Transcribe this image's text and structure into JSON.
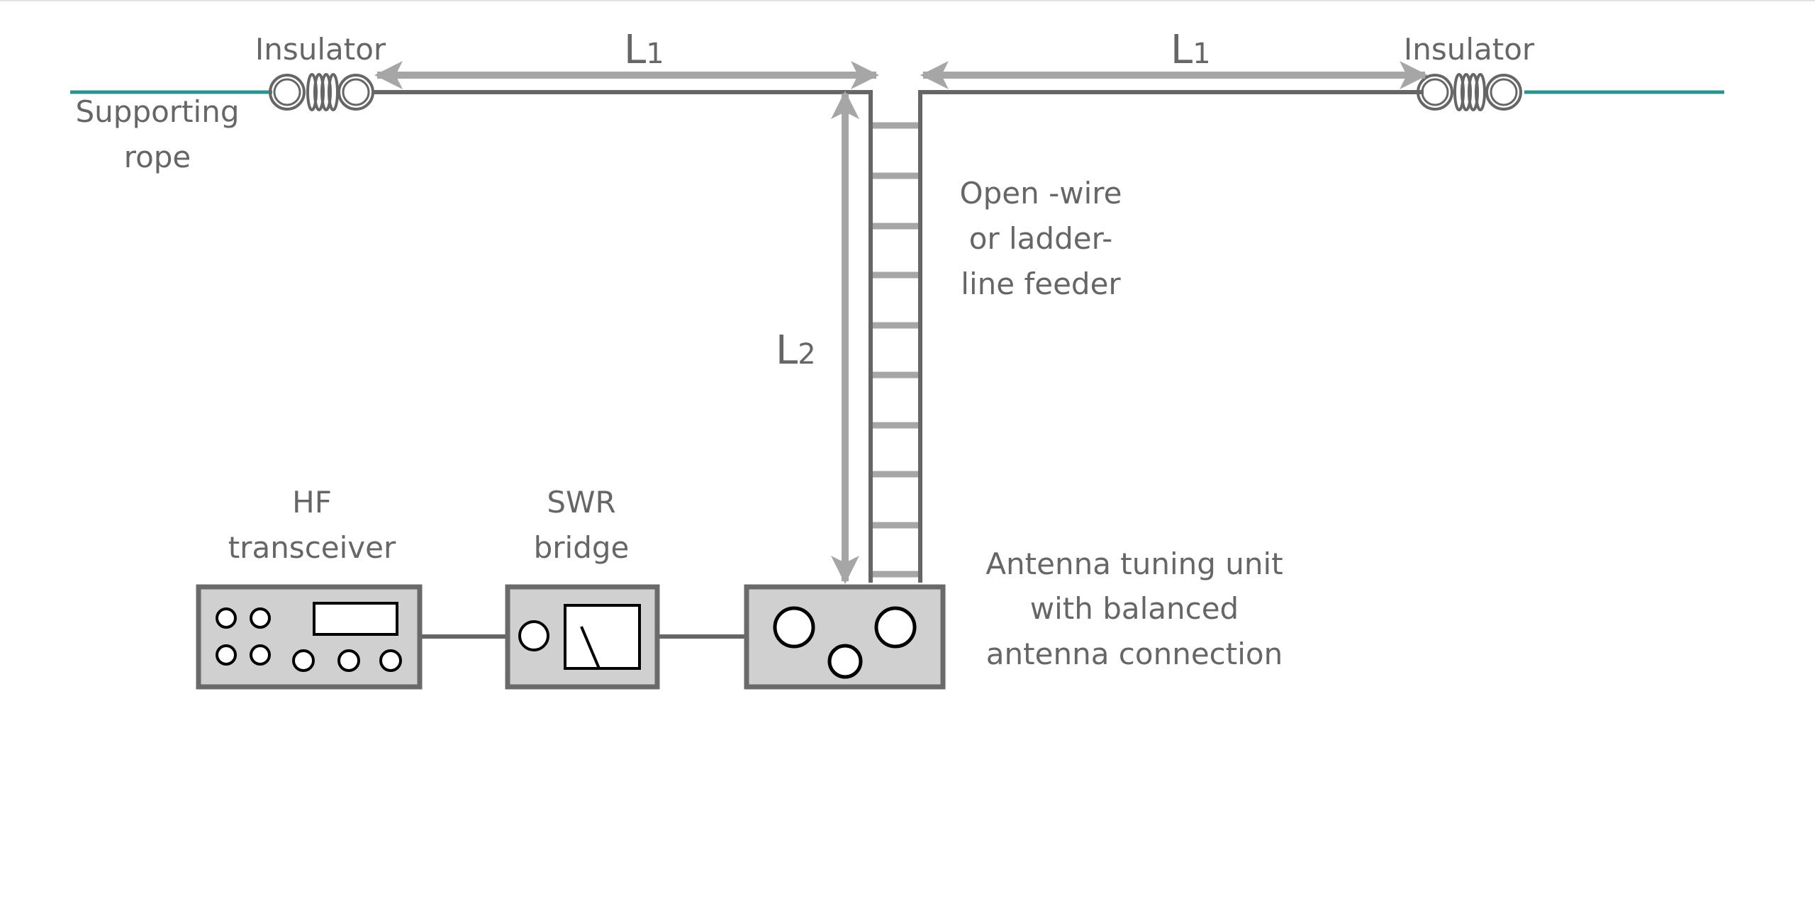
{
  "diagram": {
    "title": "Doublet antenna fed with open-wire feeder via antenna tuning unit",
    "colors": {
      "wire": "#666666",
      "dimension_arrow": "#a6a6a6",
      "rope": "#2a9490",
      "box_fill": "#d0d0d0",
      "box_stroke": "#6a6a6a",
      "knob_stroke": "#000000",
      "text": "#666666"
    },
    "labels": {
      "insulator_left": "Insulator",
      "insulator_right": "Insulator",
      "supporting_rope": [
        "Supporting",
        "rope"
      ],
      "l1_left": {
        "main": "L",
        "sub": "1"
      },
      "l1_right": {
        "main": "L",
        "sub": "1"
      },
      "l2": {
        "main": "L",
        "sub": "2"
      },
      "feeder": [
        "Open -wire",
        "or ladder-",
        "line feeder"
      ],
      "transceiver": [
        "HF",
        "transceiver"
      ],
      "swr_bridge": [
        "SWR",
        "bridge"
      ],
      "atu": [
        "Antenna tuning unit",
        "with balanced",
        "antenna connection"
      ]
    },
    "components": [
      {
        "id": "supporting-rope-left",
        "type": "rope"
      },
      {
        "id": "insulator-left",
        "type": "insulator"
      },
      {
        "id": "dipole-leg-left",
        "type": "wire"
      },
      {
        "id": "dipole-leg-right",
        "type": "wire"
      },
      {
        "id": "insulator-right",
        "type": "insulator"
      },
      {
        "id": "supporting-rope-right",
        "type": "rope"
      },
      {
        "id": "ladder-line-feeder",
        "type": "feeder",
        "rungs": 10
      },
      {
        "id": "hf-transceiver",
        "type": "equipment"
      },
      {
        "id": "swr-bridge",
        "type": "equipment"
      },
      {
        "id": "antenna-tuning-unit",
        "type": "equipment"
      }
    ],
    "connections": [
      [
        "supporting-rope-left",
        "insulator-left"
      ],
      [
        "insulator-left",
        "dipole-leg-left"
      ],
      [
        "dipole-leg-left",
        "ladder-line-feeder"
      ],
      [
        "dipole-leg-right",
        "ladder-line-feeder"
      ],
      [
        "dipole-leg-right",
        "insulator-right"
      ],
      [
        "insulator-right",
        "supporting-rope-right"
      ],
      [
        "ladder-line-feeder",
        "antenna-tuning-unit"
      ],
      [
        "hf-transceiver",
        "swr-bridge"
      ],
      [
        "swr-bridge",
        "antenna-tuning-unit"
      ]
    ]
  }
}
